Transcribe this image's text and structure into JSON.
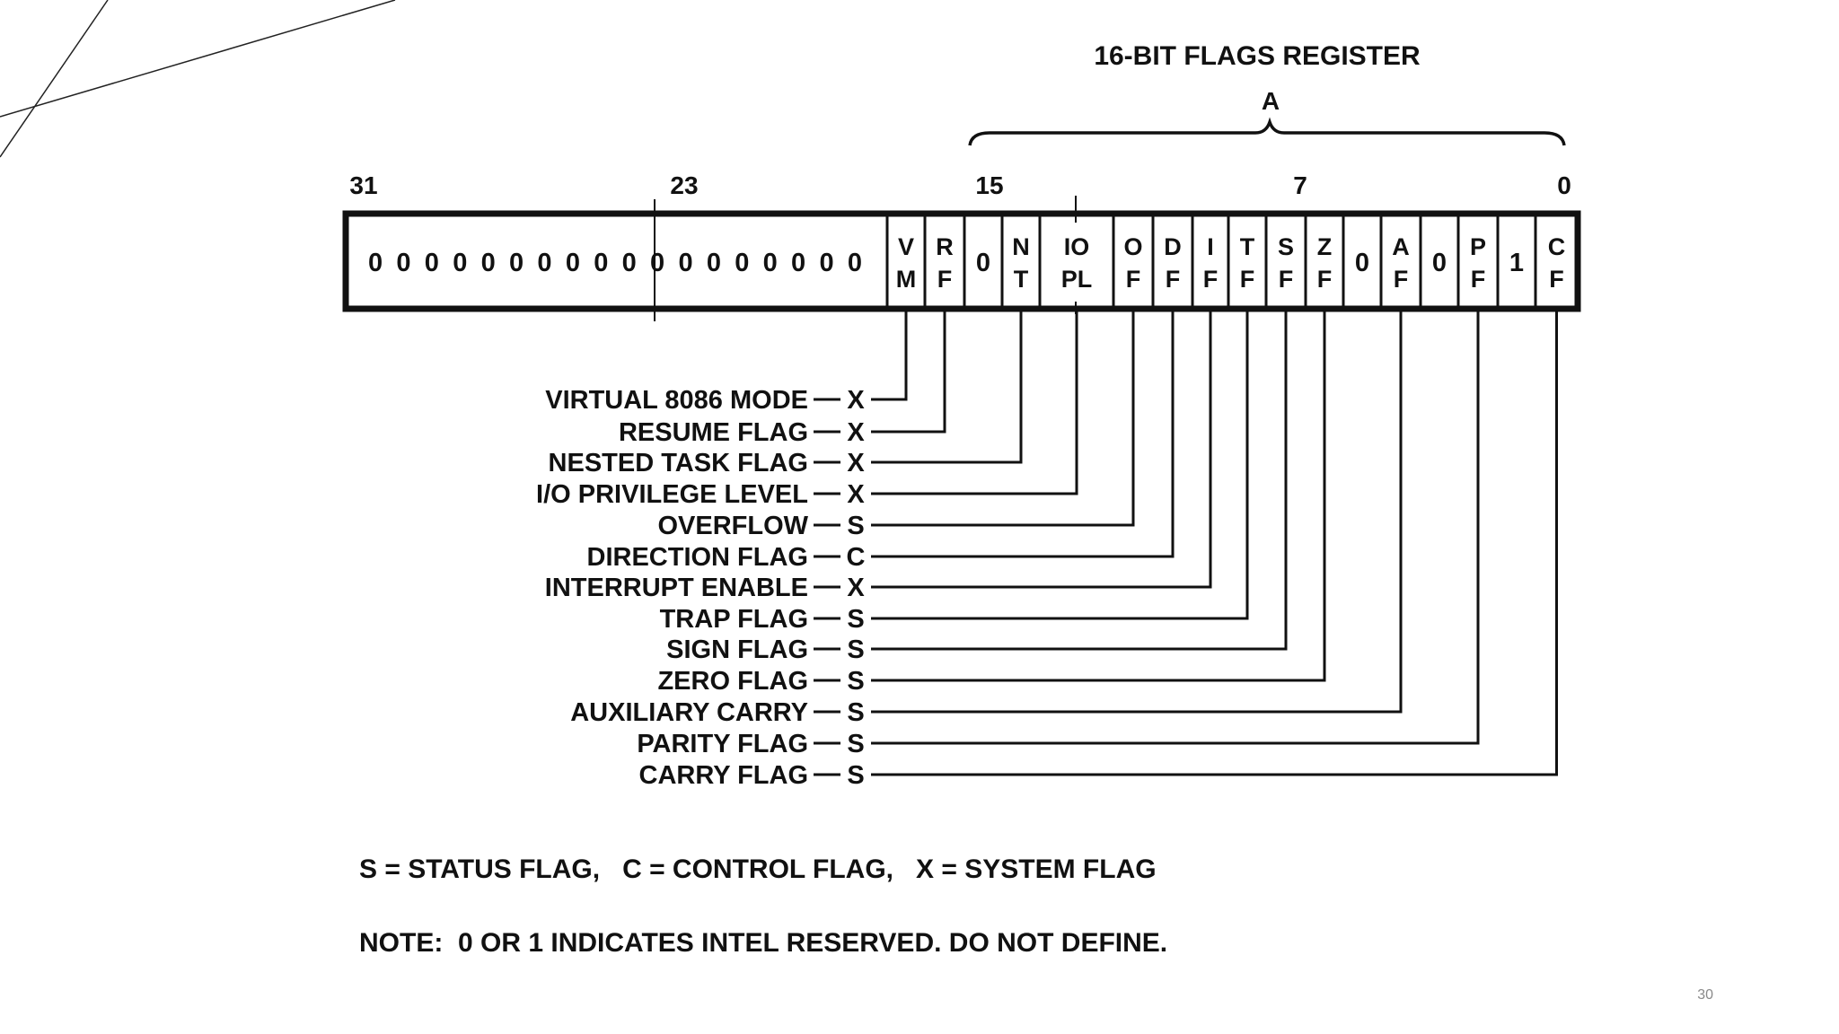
{
  "diagram": {
    "title": "16-BIT FLAGS REGISTER",
    "brace_label": "A",
    "bit_numbers": [
      "31",
      "23",
      "15",
      "7",
      "0"
    ],
    "reserved_zeros": "0 0 0 0 0 0 0 0 0 0 0 0 0 0 0 0 0 0",
    "cells": [
      {
        "top": "V",
        "bottom": "M"
      },
      {
        "top": "R",
        "bottom": "F"
      },
      {
        "top": "0",
        "bottom": ""
      },
      {
        "top": "N",
        "bottom": "T"
      },
      {
        "top": "IO",
        "bottom": "PL"
      },
      {
        "top": "O",
        "bottom": "F"
      },
      {
        "top": "D",
        "bottom": "F"
      },
      {
        "top": "I",
        "bottom": "F"
      },
      {
        "top": "T",
        "bottom": "F"
      },
      {
        "top": "S",
        "bottom": "F"
      },
      {
        "top": "Z",
        "bottom": "F"
      },
      {
        "top": "0",
        "bottom": ""
      },
      {
        "top": "A",
        "bottom": "F"
      },
      {
        "top": "0",
        "bottom": ""
      },
      {
        "top": "P",
        "bottom": "F"
      },
      {
        "top": "1",
        "bottom": ""
      },
      {
        "top": "C",
        "bottom": "F"
      }
    ],
    "flags": [
      {
        "label": "VIRTUAL 8086 MODE",
        "type": "X",
        "cell": 0
      },
      {
        "label": "RESUME FLAG",
        "type": "X",
        "cell": 1
      },
      {
        "label": "NESTED TASK FLAG",
        "type": "X",
        "cell": 3
      },
      {
        "label": "I/O PRIVILEGE LEVEL",
        "type": "X",
        "cell": 4
      },
      {
        "label": "OVERFLOW",
        "type": "S",
        "cell": 5
      },
      {
        "label": "DIRECTION FLAG",
        "type": "C",
        "cell": 6
      },
      {
        "label": "INTERRUPT ENABLE",
        "type": "X",
        "cell": 7
      },
      {
        "label": "TRAP FLAG",
        "type": "S",
        "cell": 8
      },
      {
        "label": "SIGN FLAG",
        "type": "S",
        "cell": 9
      },
      {
        "label": "ZERO FLAG",
        "type": "S",
        "cell": 10
      },
      {
        "label": "AUXILIARY CARRY",
        "type": "S",
        "cell": 12
      },
      {
        "label": "PARITY FLAG",
        "type": "S",
        "cell": 14
      },
      {
        "label": "CARRY FLAG",
        "type": "S",
        "cell": 16
      }
    ],
    "legend": "S = STATUS FLAG,   C = CONTROL FLAG,   X = SYSTEM FLAG",
    "note": "NOTE:  0 OR 1 INDICATES INTEL RESERVED. DO NOT DEFINE."
  },
  "slide_number": "30",
  "colors": {
    "ink": "#111111",
    "decor_line": "#222222",
    "slide_number": "#8a8a8a"
  }
}
